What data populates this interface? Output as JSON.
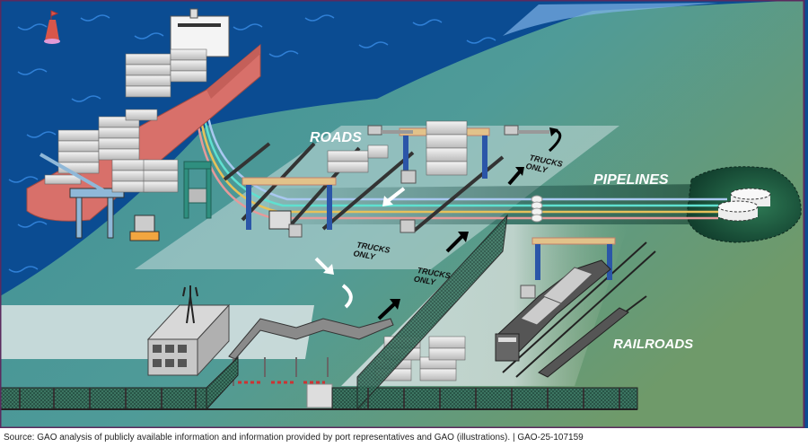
{
  "figure": {
    "labels": {
      "roads": "ROADS",
      "pipelines": "PIPELINES",
      "railroads": "RAILROADS",
      "trucks_only_1": [
        "TRUCKS",
        "ONLY"
      ],
      "trucks_only_2": [
        "TRUCKS",
        "ONLY"
      ],
      "trucks_only_3": [
        "TRUCKS",
        "ONLY"
      ]
    },
    "colors": {
      "water": "#0a4a8f",
      "land_teal": "#4f9a9a",
      "land_green": "#6f9a6a",
      "ship_hull": "#d8706a",
      "pipeline_blue": "#a9c8f0",
      "pipeline_cyan": "#5fe0d0",
      "pipeline_yellow": "#e6c15a",
      "pipeline_pink": "#e59a9a",
      "crane_blue": "#2b56a8",
      "gantry_green": "#2f8f7f",
      "frame_border": "#5b2a5e"
    }
  },
  "footer": {
    "source": "Source: GAO analysis of publicly available information and information provided by port representatives and GAO (illustrations).",
    "separator": "|",
    "report_id": "GAO-25-107159"
  }
}
